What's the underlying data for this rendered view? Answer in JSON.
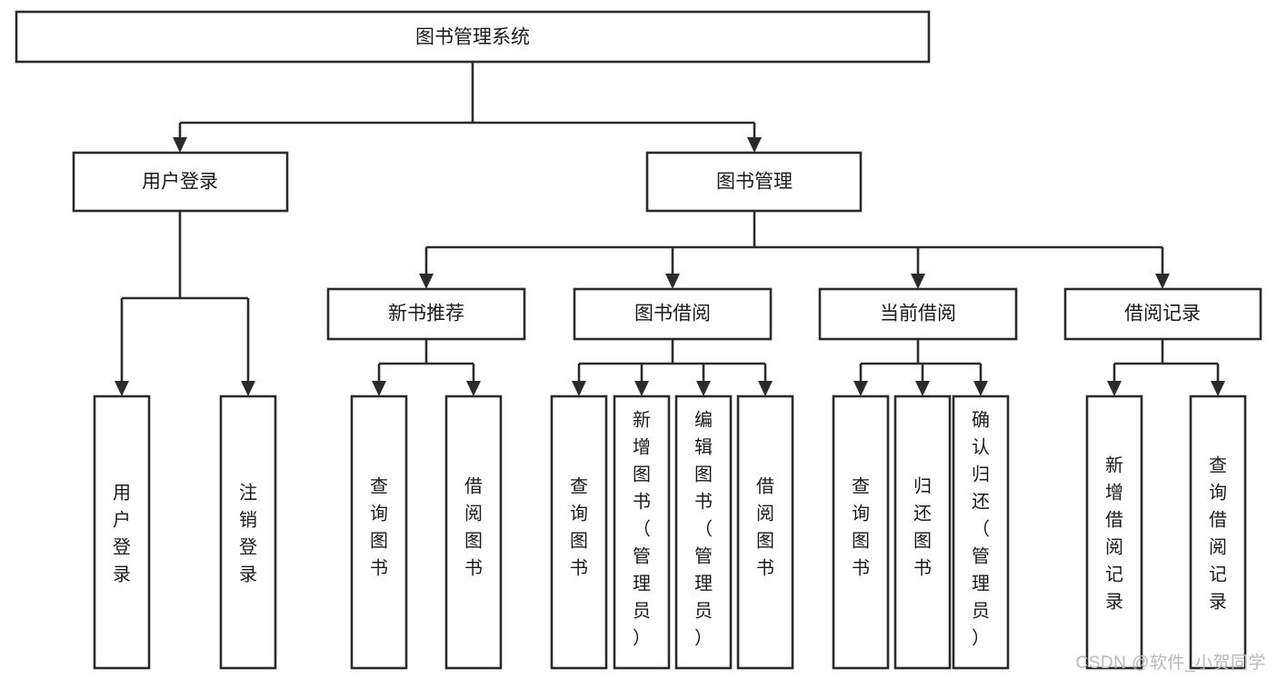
{
  "diagram": {
    "type": "tree",
    "title": "图书管理系统",
    "orientation": "top-down",
    "background_color": "#ffffff",
    "line_color": "#2b2b2b",
    "box_fill": "#ffffff",
    "text_color": "#1a1a1a",
    "levels": 4,
    "root": {
      "id": "root",
      "label": "图书管理系统",
      "text_orientation": "horizontal"
    },
    "level2": [
      {
        "id": "user-login",
        "label": "用户登录",
        "text_orientation": "horizontal"
      },
      {
        "id": "book-manage",
        "label": "图书管理",
        "text_orientation": "horizontal"
      }
    ],
    "level3": [
      {
        "id": "new-book-recommend",
        "label": "新书推荐",
        "parent": "book-manage",
        "text_orientation": "horizontal"
      },
      {
        "id": "book-borrow",
        "label": "图书借阅",
        "parent": "book-manage",
        "text_orientation": "horizontal"
      },
      {
        "id": "current-borrow",
        "label": "当前借阅",
        "parent": "book-manage",
        "text_orientation": "horizontal"
      },
      {
        "id": "borrow-record",
        "label": "借阅记录",
        "parent": "book-manage",
        "text_orientation": "horizontal"
      }
    ],
    "leaves": [
      {
        "id": "leaf-user-login",
        "label": "用户登录",
        "parent": "user-login",
        "text_orientation": "vertical"
      },
      {
        "id": "leaf-user-logout",
        "label": "注销登录",
        "parent": "user-login",
        "text_orientation": "vertical"
      },
      {
        "id": "leaf-query-book-1",
        "label": "查询图书",
        "parent": "new-book-recommend",
        "text_orientation": "vertical"
      },
      {
        "id": "leaf-borrow-book-1",
        "label": "借阅图书",
        "parent": "new-book-recommend",
        "text_orientation": "vertical"
      },
      {
        "id": "leaf-query-book-2",
        "label": "查询图书",
        "parent": "book-borrow",
        "text_orientation": "vertical"
      },
      {
        "id": "leaf-add-book",
        "label": "新增图书（管理员）",
        "parent": "book-borrow",
        "text_orientation": "vertical"
      },
      {
        "id": "leaf-edit-book",
        "label": "编辑图书（管理员）",
        "parent": "book-borrow",
        "text_orientation": "vertical"
      },
      {
        "id": "leaf-borrow-book-2",
        "label": "借阅图书",
        "parent": "book-borrow",
        "text_orientation": "vertical"
      },
      {
        "id": "leaf-query-book-3",
        "label": "查询图书",
        "parent": "current-borrow",
        "text_orientation": "vertical"
      },
      {
        "id": "leaf-return-book",
        "label": "归还图书",
        "parent": "current-borrow",
        "text_orientation": "vertical"
      },
      {
        "id": "leaf-confirm-return",
        "label": "确认归还（管理员）",
        "parent": "current-borrow",
        "text_orientation": "vertical"
      },
      {
        "id": "leaf-add-record",
        "label": "新增借阅记录",
        "parent": "borrow-record",
        "text_orientation": "vertical"
      },
      {
        "id": "leaf-query-record",
        "label": "查询借阅记录",
        "parent": "borrow-record",
        "text_orientation": "vertical"
      }
    ]
  },
  "watermark": {
    "text": "CSDN @软件_小贺同学",
    "color": "#b9b9b9"
  }
}
